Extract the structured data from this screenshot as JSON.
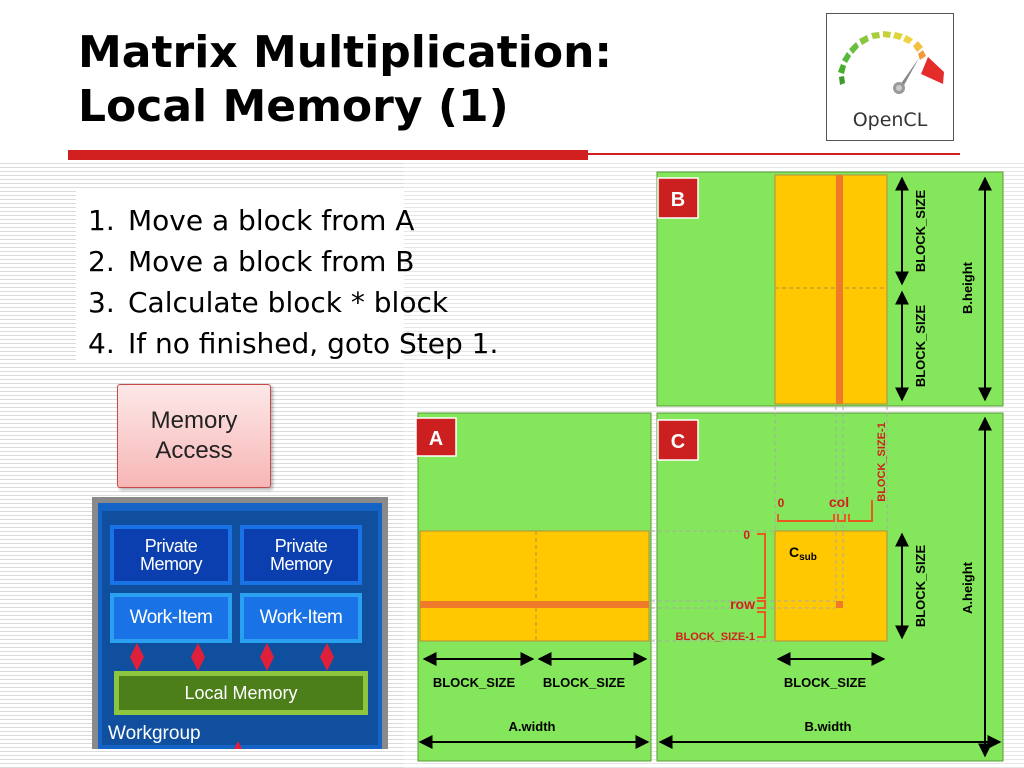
{
  "slide": {
    "title_line1": "Matrix Multiplication:",
    "title_line2": "Local Memory (1)",
    "logo_text": "OpenCL"
  },
  "steps": [
    {
      "num": "1.",
      "text": "Move a block from A"
    },
    {
      "num": "2.",
      "text": "Move a block from B"
    },
    {
      "num": "3.",
      "text": "Calculate block * block"
    },
    {
      "num": "4.",
      "text": "If no finished, goto Step 1."
    }
  ],
  "memory_access": {
    "line1": "Memory",
    "line2": "Access"
  },
  "workgroup": {
    "private_memory_1": {
      "line1": "Private",
      "line2": "Memory"
    },
    "private_memory_2": {
      "line1": "Private",
      "line2": "Memory"
    },
    "work_item_1": "Work-Item",
    "work_item_2": "Work-Item",
    "local_memory": "Local Memory",
    "label": "Workgroup"
  },
  "matrix_diagram": {
    "label_a": "A",
    "label_b": "B",
    "label_c": "C",
    "b_block_size_top": "BLOCK_SIZE",
    "b_block_size_bottom": "BLOCK_SIZE",
    "b_height": "B.height",
    "c_block_size_minus_1_top": "BLOCK_SIZE-1",
    "c_col_zero": "0",
    "c_col": "col",
    "c_row_zero": "0",
    "c_row": "row",
    "c_block_size_minus_1_left": "BLOCK_SIZE-1",
    "c_sub_main": "C",
    "c_sub_subscript": "sub",
    "c_block_size_right": "BLOCK_SIZE",
    "a_height": "A.height",
    "a_block_size_1": "BLOCK_SIZE",
    "a_block_size_2": "BLOCK_SIZE",
    "c_block_size_bottom": "BLOCK_SIZE",
    "a_width": "A.width",
    "b_width": "B.width"
  },
  "colors": {
    "matrix_green": "#84e65a",
    "block_yellow": "#ffc800",
    "strip_orange": "#ef7a2a",
    "label_red": "#cc1f1f",
    "title_rule": "#d22020"
  }
}
